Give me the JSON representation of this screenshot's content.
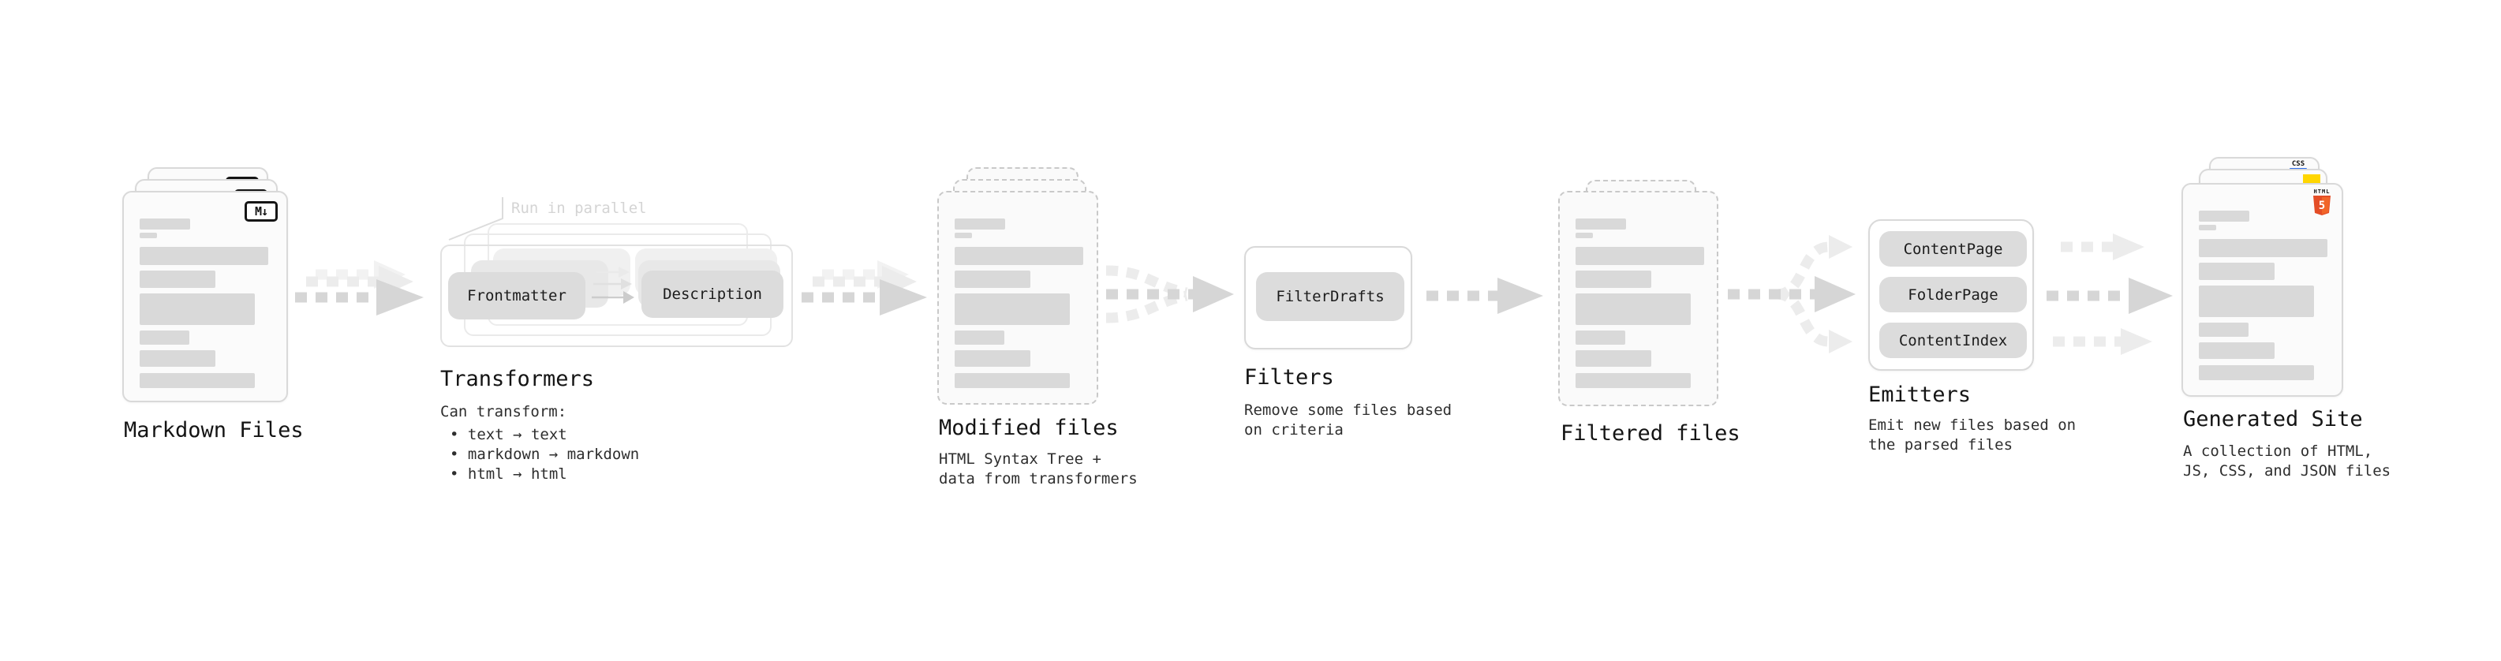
{
  "markdown_files": {
    "label": "Markdown Files",
    "badge": "M↓"
  },
  "transformers": {
    "callout": "Run in parallel",
    "pill_frontmatter": "Frontmatter",
    "pill_description": "Description",
    "heading": "Transformers",
    "subtitle": "Can transform:",
    "bullets": [
      "• text → text",
      "• markdown → markdown",
      "• html → html"
    ]
  },
  "modified_files": {
    "label": "Modified files",
    "subtitle_lines": [
      "HTML Syntax Tree +",
      "data from transformers"
    ]
  },
  "filters": {
    "pill": "FilterDrafts",
    "heading": "Filters",
    "subtitle_lines": [
      "Remove some files based",
      "on criteria"
    ]
  },
  "filtered_files": {
    "label": "Filtered files"
  },
  "emitters": {
    "pills": [
      "ContentPage",
      "FolderPage",
      "ContentIndex"
    ],
    "heading": "Emitters",
    "subtitle_lines": [
      "Emit new files based on",
      "the parsed files"
    ]
  },
  "generated_site": {
    "label": "Generated Site",
    "subtitle_lines": [
      "A collection of HTML,",
      "JS, CSS, and JSON files"
    ],
    "badge_css": "CSS",
    "badge_html": "HTML",
    "badge_five": "5"
  },
  "colors": {
    "arrow_dark": "#d6d6d6",
    "arrow_light": "#ececec",
    "html5_orange": "#e44d26",
    "html5_orange_light": "#f16529",
    "js_yellow": "#ffd600",
    "css_blue": "#2f6fed"
  }
}
